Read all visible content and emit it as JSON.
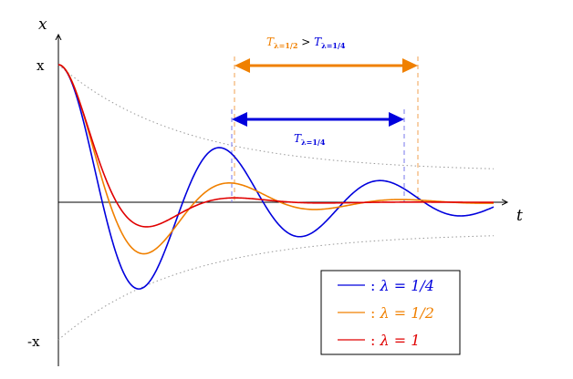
{
  "chart_data": {
    "type": "line",
    "xlabel": "t",
    "ylabel": "x",
    "y_ticks": {
      "top": "x",
      "bottom": "-x"
    },
    "series": [
      {
        "name": "λ = 1/4",
        "lambda": 0.25,
        "color": "#0000dd"
      },
      {
        "name": "λ = 1/2",
        "lambda": 0.5,
        "color": "#f08000"
      },
      {
        "name": "λ = 1",
        "lambda": 1.0,
        "color": "#e00000"
      }
    ],
    "legend": {
      "placement": "bottom-right",
      "entries": [
        {
          "prefix": ": ",
          "label": "λ = 1/4",
          "color": "#0000dd"
        },
        {
          "prefix": ": ",
          "label": "λ = 1/2",
          "color": "#f08000"
        },
        {
          "prefix": ": ",
          "label": "λ = 1",
          "color": "#e00000"
        }
      ]
    },
    "annotations": {
      "period_compare": {
        "left": "T",
        "left_sub": "λ=1/2",
        "op": " > ",
        "right": "T",
        "right_sub": "λ=1/4",
        "color": "#f08000",
        "right_color": "#0000dd"
      },
      "period_single": {
        "text": "T",
        "sub": "λ=1/4",
        "color": "#0000dd"
      }
    },
    "envelope": {
      "style": "dotted",
      "color": "#999999"
    }
  }
}
